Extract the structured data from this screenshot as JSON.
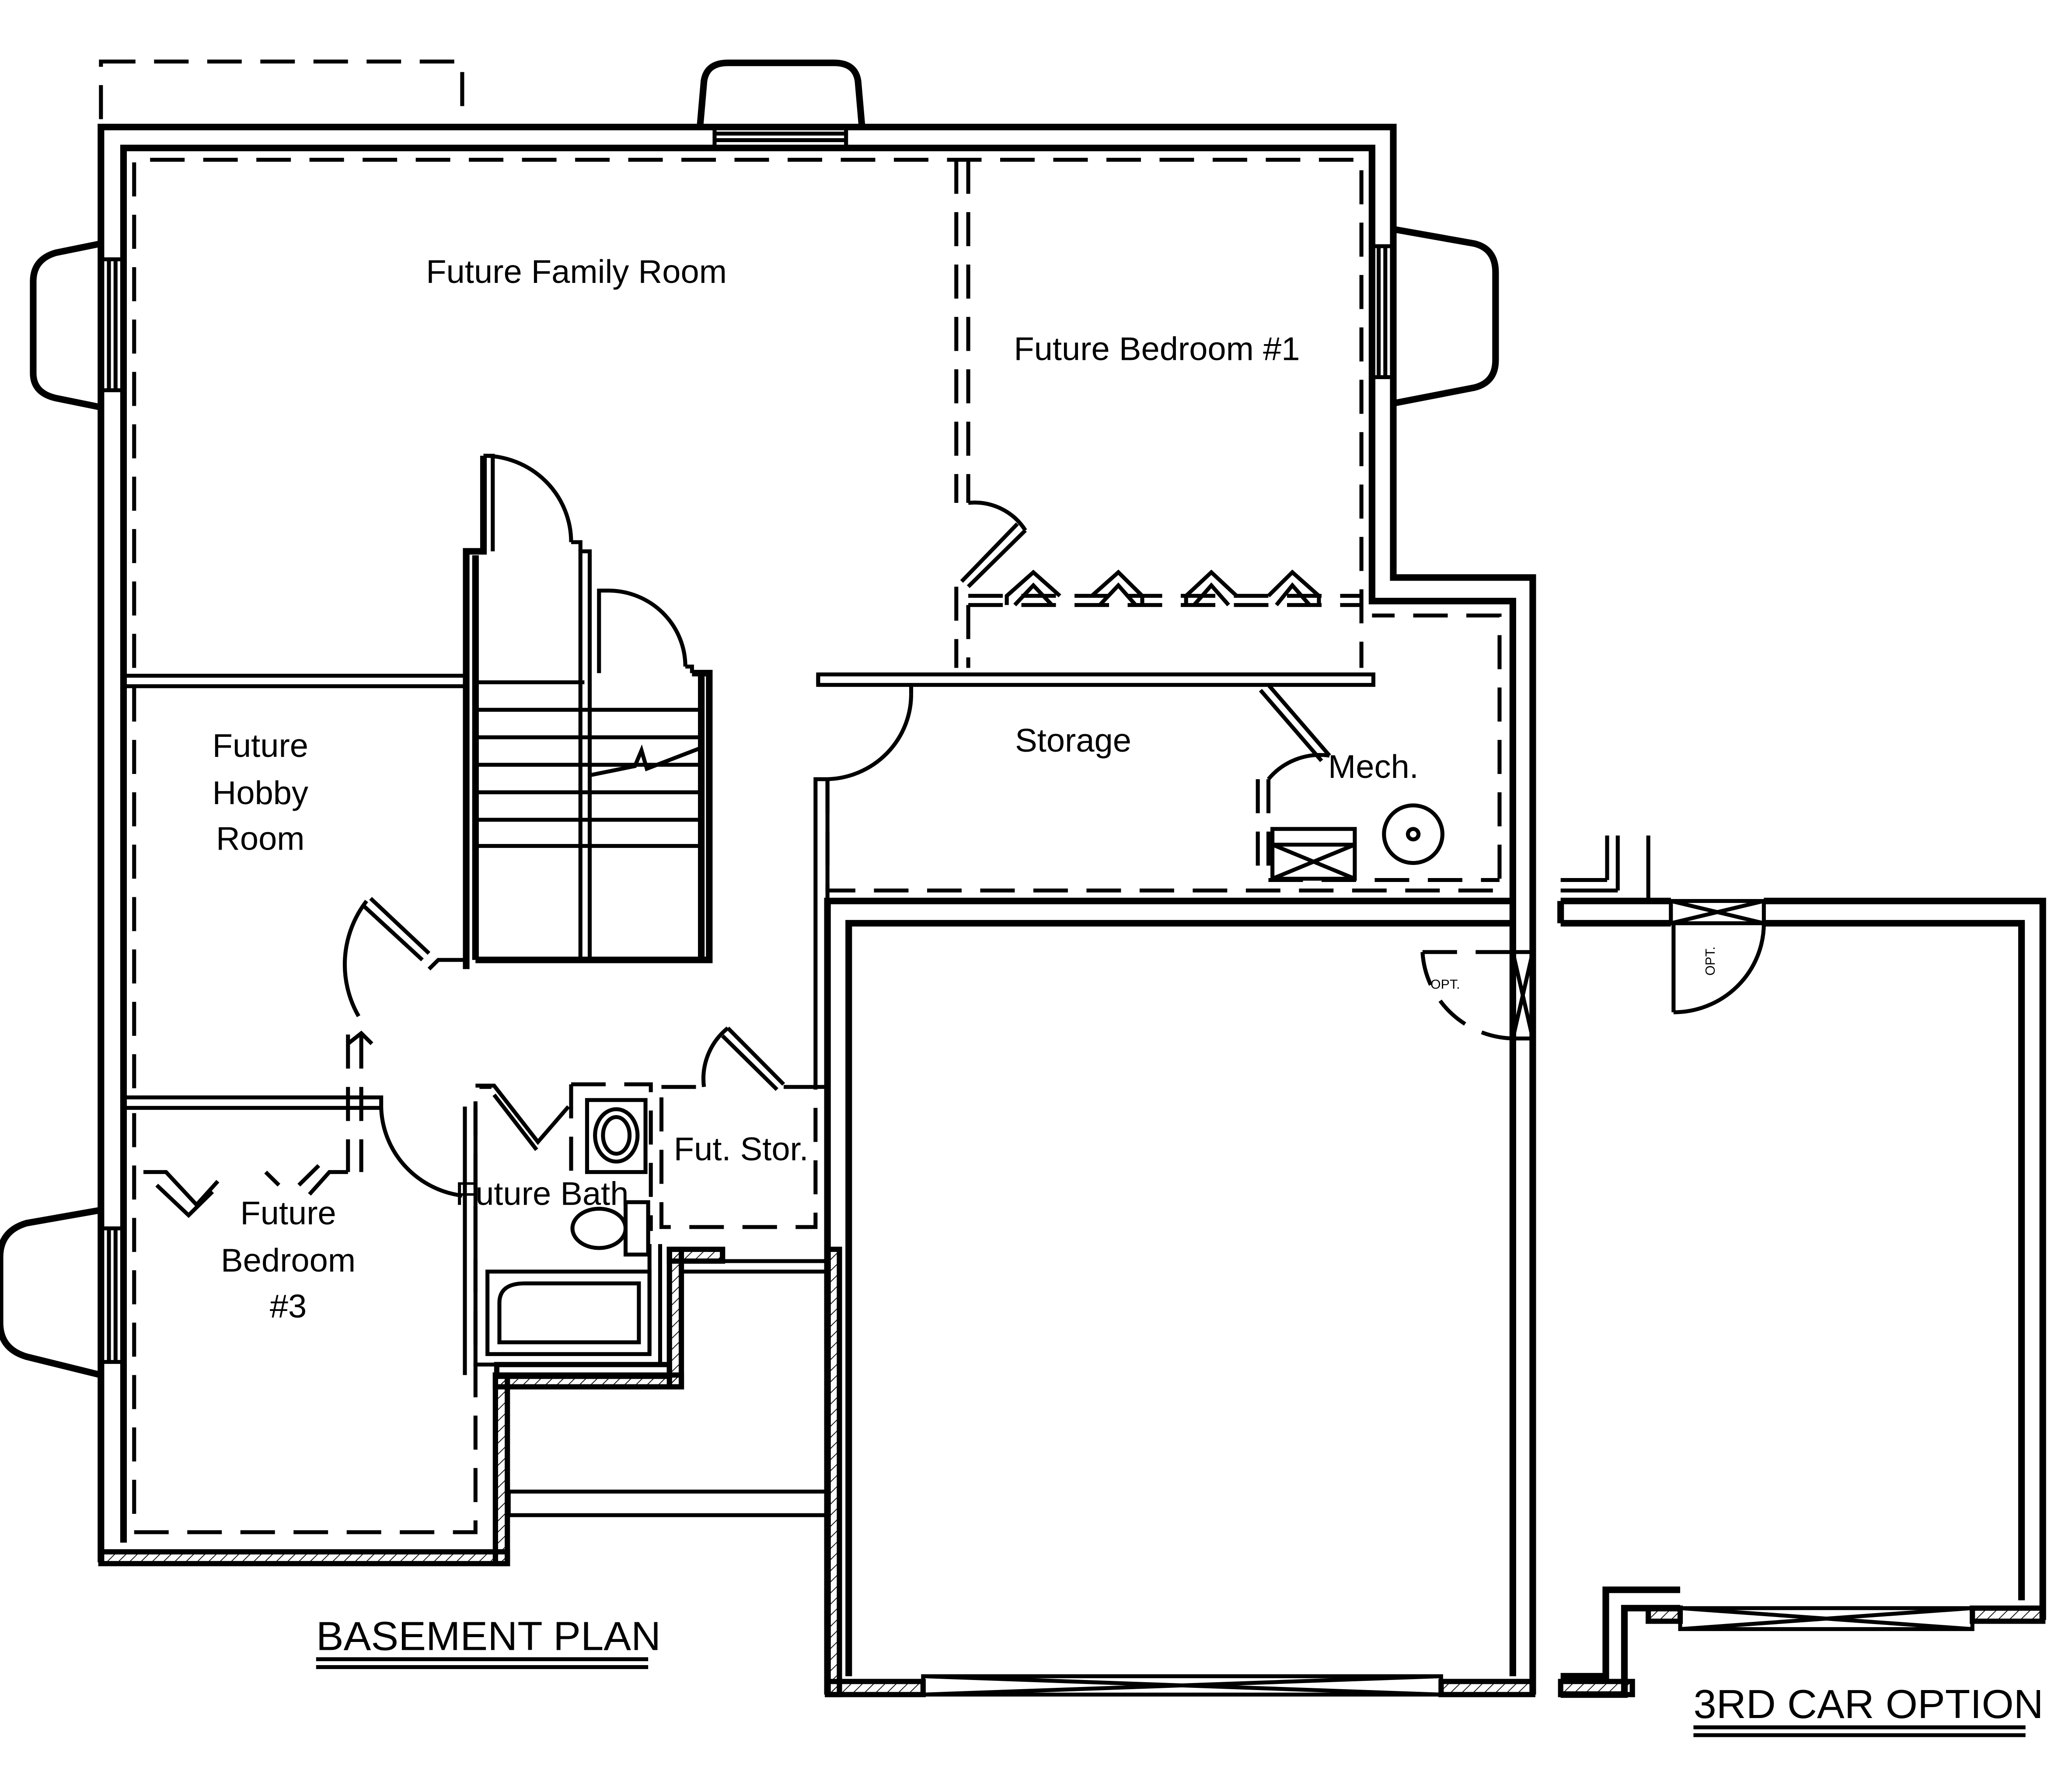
{
  "rooms": {
    "family_room": "Future Family Room",
    "bedroom_1": "Future Bedroom #1",
    "hobby_room": [
      "Future",
      "Hobby",
      "Room"
    ],
    "storage": "Storage",
    "mech": "Mech.",
    "fut_stor": "Fut. Stor.",
    "bath": "Future Bath",
    "bedroom_3": [
      "Future",
      "Bedroom",
      "#3"
    ]
  },
  "notes": {
    "opt_door_garage": "OPT.",
    "opt_door_third_car": "OPT."
  },
  "titles": {
    "basement_plan": "BASEMENT PLAN",
    "third_car_option": "3RD CAR OPTION"
  }
}
